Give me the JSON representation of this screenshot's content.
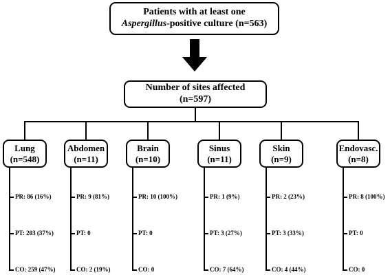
{
  "top_box": {
    "line1": "Patients with at least one",
    "line2_italic": "Aspergillus",
    "line2_rest": "-positive culture (n=563)"
  },
  "mid_box": {
    "line1": "Number of sites affected",
    "line2": "(n=597)"
  },
  "sites": [
    {
      "name": "Lung",
      "count": "(n=548)",
      "pr": "PR: 86 (16%)",
      "pt": "PT: 203 (37%)",
      "co": "CO: 259 (47%)"
    },
    {
      "name": "Abdomen",
      "count": "(n=11)",
      "pr": "PR: 9 (81%)",
      "pt": "PT: 0",
      "co": "CO: 2 (19%)"
    },
    {
      "name": "Brain",
      "count": "(n=10)",
      "pr": "PR: 10 (100%)",
      "pt": "PT: 0",
      "co": "CO: 0"
    },
    {
      "name": "Sinus",
      "count": "(n=11)",
      "pr": "PR: 1 (9%)",
      "pt": "PT: 3 (27%)",
      "co": "CO: 7 (64%)"
    },
    {
      "name": "Skin",
      "count": "(n=9)",
      "pr": "PR: 2 (23%)",
      "pt": "PT: 3 (33%)",
      "co": "CO: 4 (44%)"
    },
    {
      "name": "Endovasc.",
      "count": "(n=8)",
      "pr": "PR: 8 (100%)",
      "pt": "PT: 0",
      "co": "CO: 0"
    }
  ],
  "colors": {
    "line": "#000000",
    "background": "#ffffff"
  }
}
